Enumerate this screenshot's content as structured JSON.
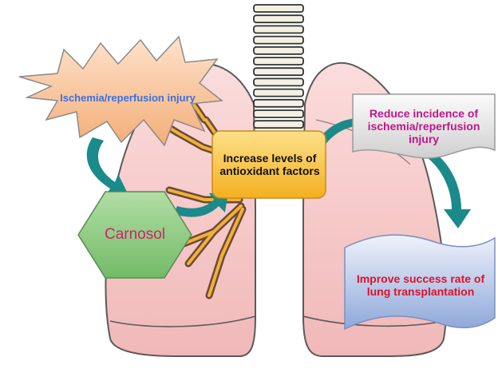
{
  "diagram": {
    "labels": {
      "ischemia": "Ischemia/reperfusion injury",
      "antioxidant": "Increase levels of antioxidant factors",
      "carnosol": "Carnosol",
      "reduce": "Reduce incidence of ischemia/reperfusion injury",
      "improve": "Improve success rate of lung transplantation"
    },
    "colors": {
      "lung_fill": "#f6c8c8",
      "lung_outline": "#5a5a5a",
      "starburst_fill": "#f9c9a3",
      "hexagon_fill": "#8ccc82",
      "antioxidant_box": "#f9c63e",
      "arrow": "#1a8a8a",
      "wave_fill": "#9db3e0",
      "bronchi": "#f2b036"
    }
  }
}
